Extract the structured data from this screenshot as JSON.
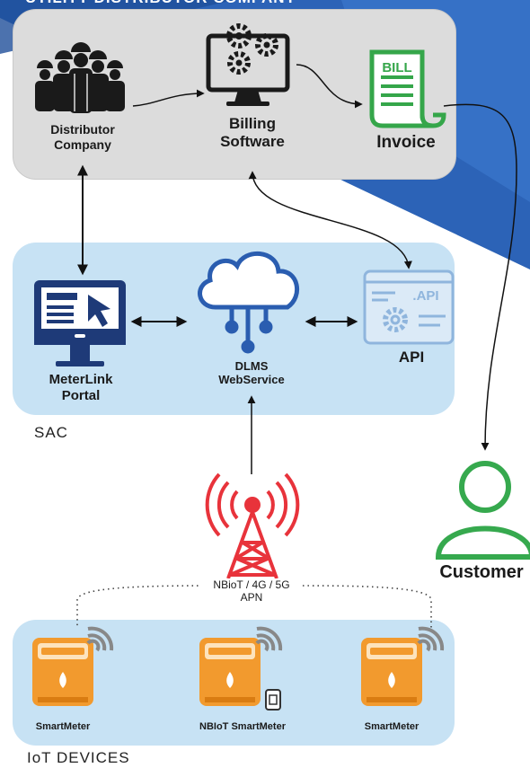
{
  "header": {
    "title": "UTILITY DISTRIBUTOR COMPANY"
  },
  "top_panel": {
    "distributor_label": "Distributor\nCompany",
    "billing_label": "Billing\nSoftware",
    "invoice_label": "Invoice",
    "bill_icon_text": "BILL"
  },
  "sac_panel": {
    "section_label": "SAC",
    "meterlink_label": "MeterLink\nPortal",
    "dlms_label": "DLMS\nWebService",
    "api_label": "API",
    "api_icon_text": ".API"
  },
  "network": {
    "label": "NBioT / 4G / 5G\nAPN"
  },
  "customer": {
    "label": "Customer"
  },
  "iot_panel": {
    "section_label": "IoT DEVICES",
    "meters": [
      {
        "label": "SmartMeter"
      },
      {
        "label": "NBIoT SmartMeter"
      },
      {
        "label": "SmartMeter"
      }
    ]
  },
  "colors": {
    "bg_blue": "#2c63b7",
    "panel_gray": "#dcdcdc",
    "panel_blue": "#c7e2f4",
    "icon_navy": "#1e3a78",
    "cloud_blue": "#2a5db0",
    "invoice_green": "#35a64a",
    "customer_green": "#36a94e",
    "tower_red": "#e8333b",
    "meter_orange": "#f29a2e"
  }
}
